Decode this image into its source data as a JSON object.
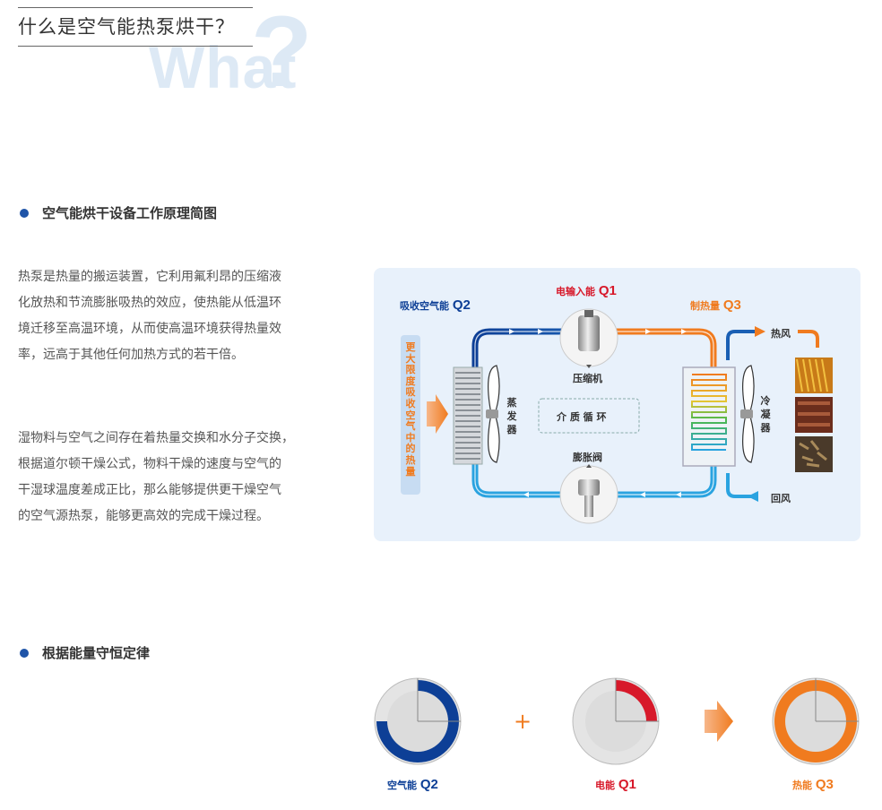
{
  "header": {
    "title": "什么是空气能热泵烘干？",
    "watermark_word": "What",
    "watermark_mark": "?"
  },
  "section1": {
    "title": "空气能烘干设备工作原理简图",
    "paragraph1": [
      "热泵是热量的搬运装置，它利用氟利昂的压缩液",
      "化放热和节流膨胀吸热的效应，使热能从低温环",
      "境迁移至高温环境，从而使高温环境获得热量效",
      "率，远高于其他任何加热方式的若干倍。"
    ],
    "paragraph2": [
      "湿物料与空气之间存在着热量交换和水分子交换，",
      "根据道尔顿干燥公式，物料干燥的速度与空气的",
      "干湿球温度差成正比，那么能够提供更干燥空气",
      "的空气源热泵，能够更高效的完成干燥过程。"
    ]
  },
  "diagram": {
    "absorb_label": "吸收空气能",
    "absorb_q": "Q2",
    "input_label": "电输入能",
    "input_q": "Q1",
    "heat_label": "制热量",
    "heat_q": "Q3",
    "side_text": "更大限度吸收空气中的热量",
    "compressor": "压缩机",
    "evaporator": "蒸发器",
    "condenser": "冷凝器",
    "cycle": "介 质 循 环",
    "valve": "膨胀阀",
    "hot_air": "热风",
    "return_air": "回风",
    "colors": {
      "cold": "#1a5fb4",
      "hot": "#f07b1f",
      "input": "#d7192a"
    }
  },
  "section2": {
    "title": "根据能量守恒定律",
    "plus": "+",
    "gauges": [
      {
        "label": "空气能",
        "q": "Q2",
        "color": "#0d3f96",
        "fill": 0.75
      },
      {
        "label": "电能",
        "q": "Q1",
        "color": "#d7192a",
        "fill": 0.25
      },
      {
        "label": "热能",
        "q": "Q3",
        "color": "#f07b1f",
        "fill": 1.0
      }
    ]
  }
}
